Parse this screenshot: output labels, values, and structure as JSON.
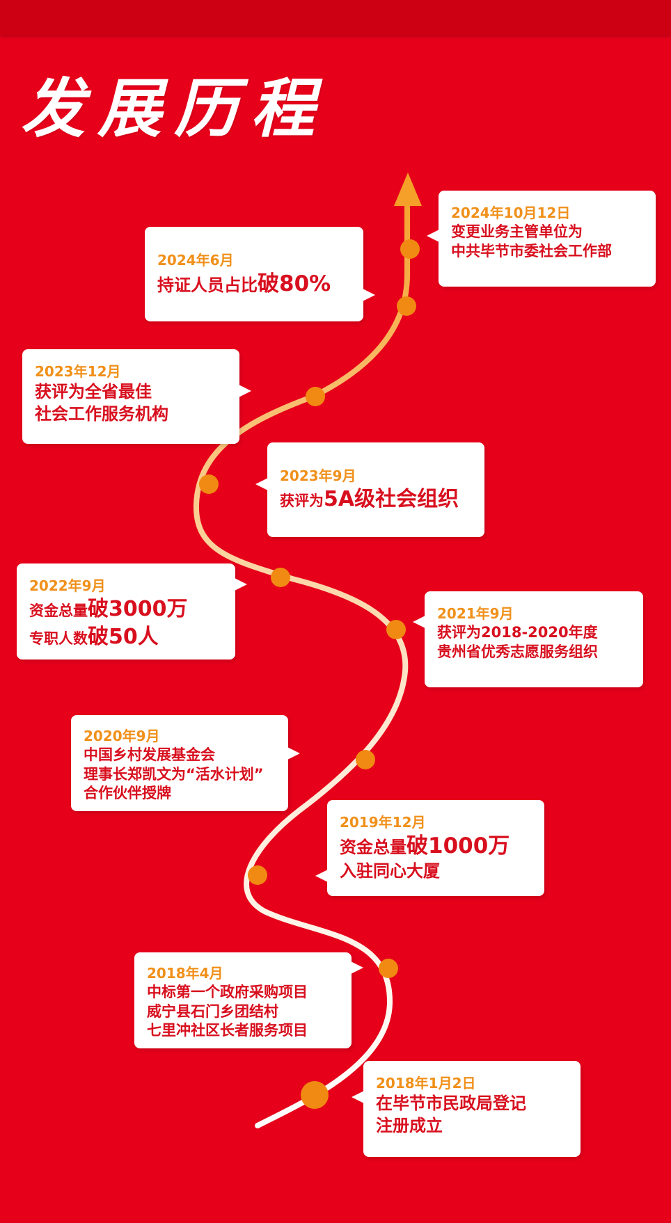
{
  "title": "发展历程",
  "colors": {
    "background": "#e6001a",
    "card": "#ffffff",
    "date": "#f0901a",
    "text": "#d80f1e",
    "dot": "#f08a12",
    "path_start": "#ffffff",
    "path_end": "#f5a028"
  },
  "events": [
    {
      "date": "2024年10月12日",
      "lines": [
        {
          "text": "变更业务主管单位为"
        },
        {
          "text": "中共毕节市委社会工作部"
        }
      ]
    },
    {
      "date": "2024年6月",
      "lines": [
        {
          "text": "持证人员占比",
          "big": "破80%"
        }
      ]
    },
    {
      "date": "2023年12月",
      "lines": [
        {
          "text": "获评为全省最佳"
        },
        {
          "text": "社会工作服务机构"
        }
      ]
    },
    {
      "date": "2023年9月",
      "lines": [
        {
          "text": "获评为",
          "big": "5A级社会组织"
        }
      ]
    },
    {
      "date": "2022年9月",
      "lines": [
        {
          "text": "资金总量",
          "big": "破3000万"
        },
        {
          "text": "专职人数",
          "big": "破50人"
        }
      ]
    },
    {
      "date": "2021年9月",
      "lines": [
        {
          "text": "获评为2018-2020年度"
        },
        {
          "text": "贵州省优秀志愿服务组织"
        }
      ]
    },
    {
      "date": "2020年9月",
      "lines": [
        {
          "text": "中国乡村发展基金会"
        },
        {
          "text": "理事长郑凯文为“活水计划”"
        },
        {
          "text": "合作伙伴授牌"
        }
      ]
    },
    {
      "date": "2019年12月",
      "lines": [
        {
          "text": "资金总量",
          "big": "破1000万"
        },
        {
          "text": "入驻同心大厦"
        }
      ]
    },
    {
      "date": "2018年4月",
      "lines": [
        {
          "text": "中标第一个政府采购项目"
        },
        {
          "text": "威宁县石门乡团结村"
        },
        {
          "text": "七里冲社区长者服务项目"
        }
      ]
    },
    {
      "date": "2018年1月2日",
      "lines": [
        {
          "text": "在毕节市民政局登记"
        },
        {
          "text": "注册成立"
        }
      ]
    }
  ]
}
